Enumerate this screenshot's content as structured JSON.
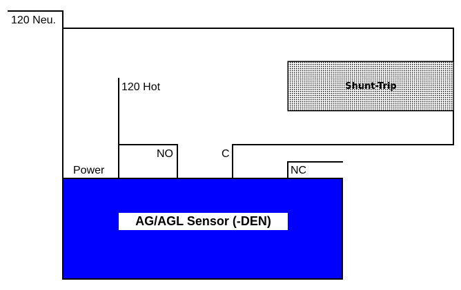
{
  "diagram": {
    "colors": {
      "sensor_fill": "#0000ff",
      "wire": "#000000",
      "background": "#ffffff",
      "shunt_pattern": "#000000"
    },
    "labels": {
      "neutral": "120 Neu.",
      "hot": "120 Hot",
      "power": "Power",
      "no": "NO",
      "c": "C",
      "nc": "NC"
    },
    "components": {
      "sensor": "AG/AGL Sensor (-DEN)",
      "shunt_trip": "Shunt-Trip"
    }
  }
}
